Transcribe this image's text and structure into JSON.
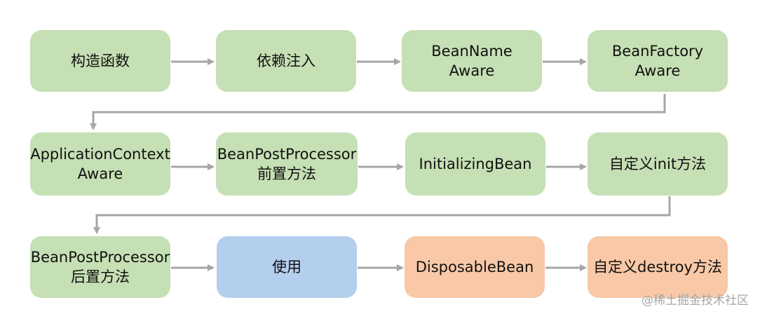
{
  "colors": {
    "step": "#c5e0b4",
    "usage": "#b4cfee",
    "destroy": "#f8c8a7",
    "arrow": "#a6a6a6"
  },
  "diagram": {
    "nodes": [
      {
        "id": "constructor",
        "label": "构造函数"
      },
      {
        "id": "dependency-injection",
        "label": "依赖注入"
      },
      {
        "id": "bean-name-aware",
        "label": "BeanName\nAware"
      },
      {
        "id": "bean-factory-aware",
        "label": "BeanFactory\nAware"
      },
      {
        "id": "application-context-aware",
        "label": "ApplicationContext\nAware"
      },
      {
        "id": "bean-post-processor-before",
        "label": "BeanPostProcessor\n前置方法"
      },
      {
        "id": "initializing-bean",
        "label": "InitializingBean"
      },
      {
        "id": "custom-init",
        "label": "自定义init方法"
      },
      {
        "id": "bean-post-processor-after",
        "label": "BeanPostProcessor\n后置方法"
      },
      {
        "id": "usage",
        "label": "使用"
      },
      {
        "id": "disposable-bean",
        "label": "DisposableBean"
      },
      {
        "id": "custom-destroy",
        "label": "自定义destroy方法"
      }
    ]
  },
  "watermark": "@稀土掘金技术社区"
}
